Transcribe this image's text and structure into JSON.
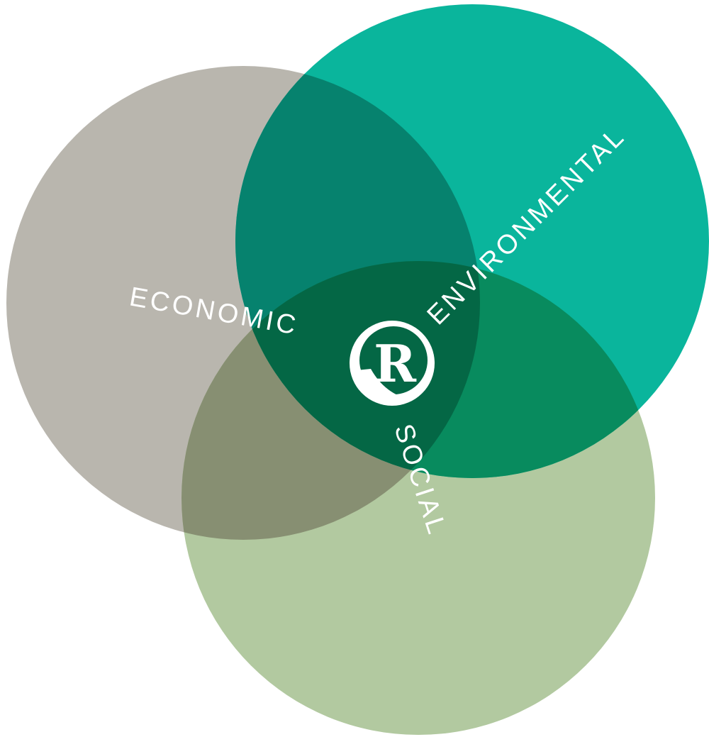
{
  "diagram": {
    "type": "venn",
    "circles": [
      {
        "id": "economic",
        "label": "ECONOMIC",
        "color": "#b9b6ae"
      },
      {
        "id": "environmental",
        "label": "ENVIRONMENTAL",
        "color": "#0ab59c"
      },
      {
        "id": "social",
        "label": "SOCIAL",
        "color": "#b2c9a0"
      }
    ],
    "overlap_colors": {
      "economic_environmental": "#06826e",
      "economic_social": "#878f72",
      "environmental_social": "#088b5e",
      "center": "#046745"
    },
    "center_logo": {
      "icon": "r-logo-icon",
      "letter": "R",
      "color": "#ffffff"
    }
  }
}
